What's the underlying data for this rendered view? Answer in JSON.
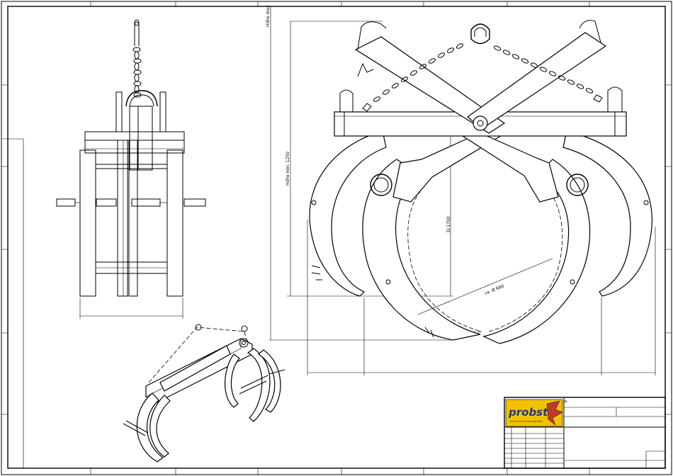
{
  "drawing": {
    "type": "technical-drawing",
    "subject": "log grab",
    "colors": {
      "line": "#000000",
      "paper": "#ffffff",
      "logo_yellow": "#f2c200",
      "logo_blue": "#1f3a8a",
      "logo_red": "#c0392b"
    }
  },
  "dimensions": {
    "height_max": "Höhe max",
    "height_min": "Höhe min. 1250",
    "opening": "Ei 1700",
    "diameter": "ca. Ø 660"
  },
  "title_block": {
    "logo_word": "probst",
    "logo_subtitle": "Exclusive Industriegeräte",
    "logo_mark": "®"
  }
}
